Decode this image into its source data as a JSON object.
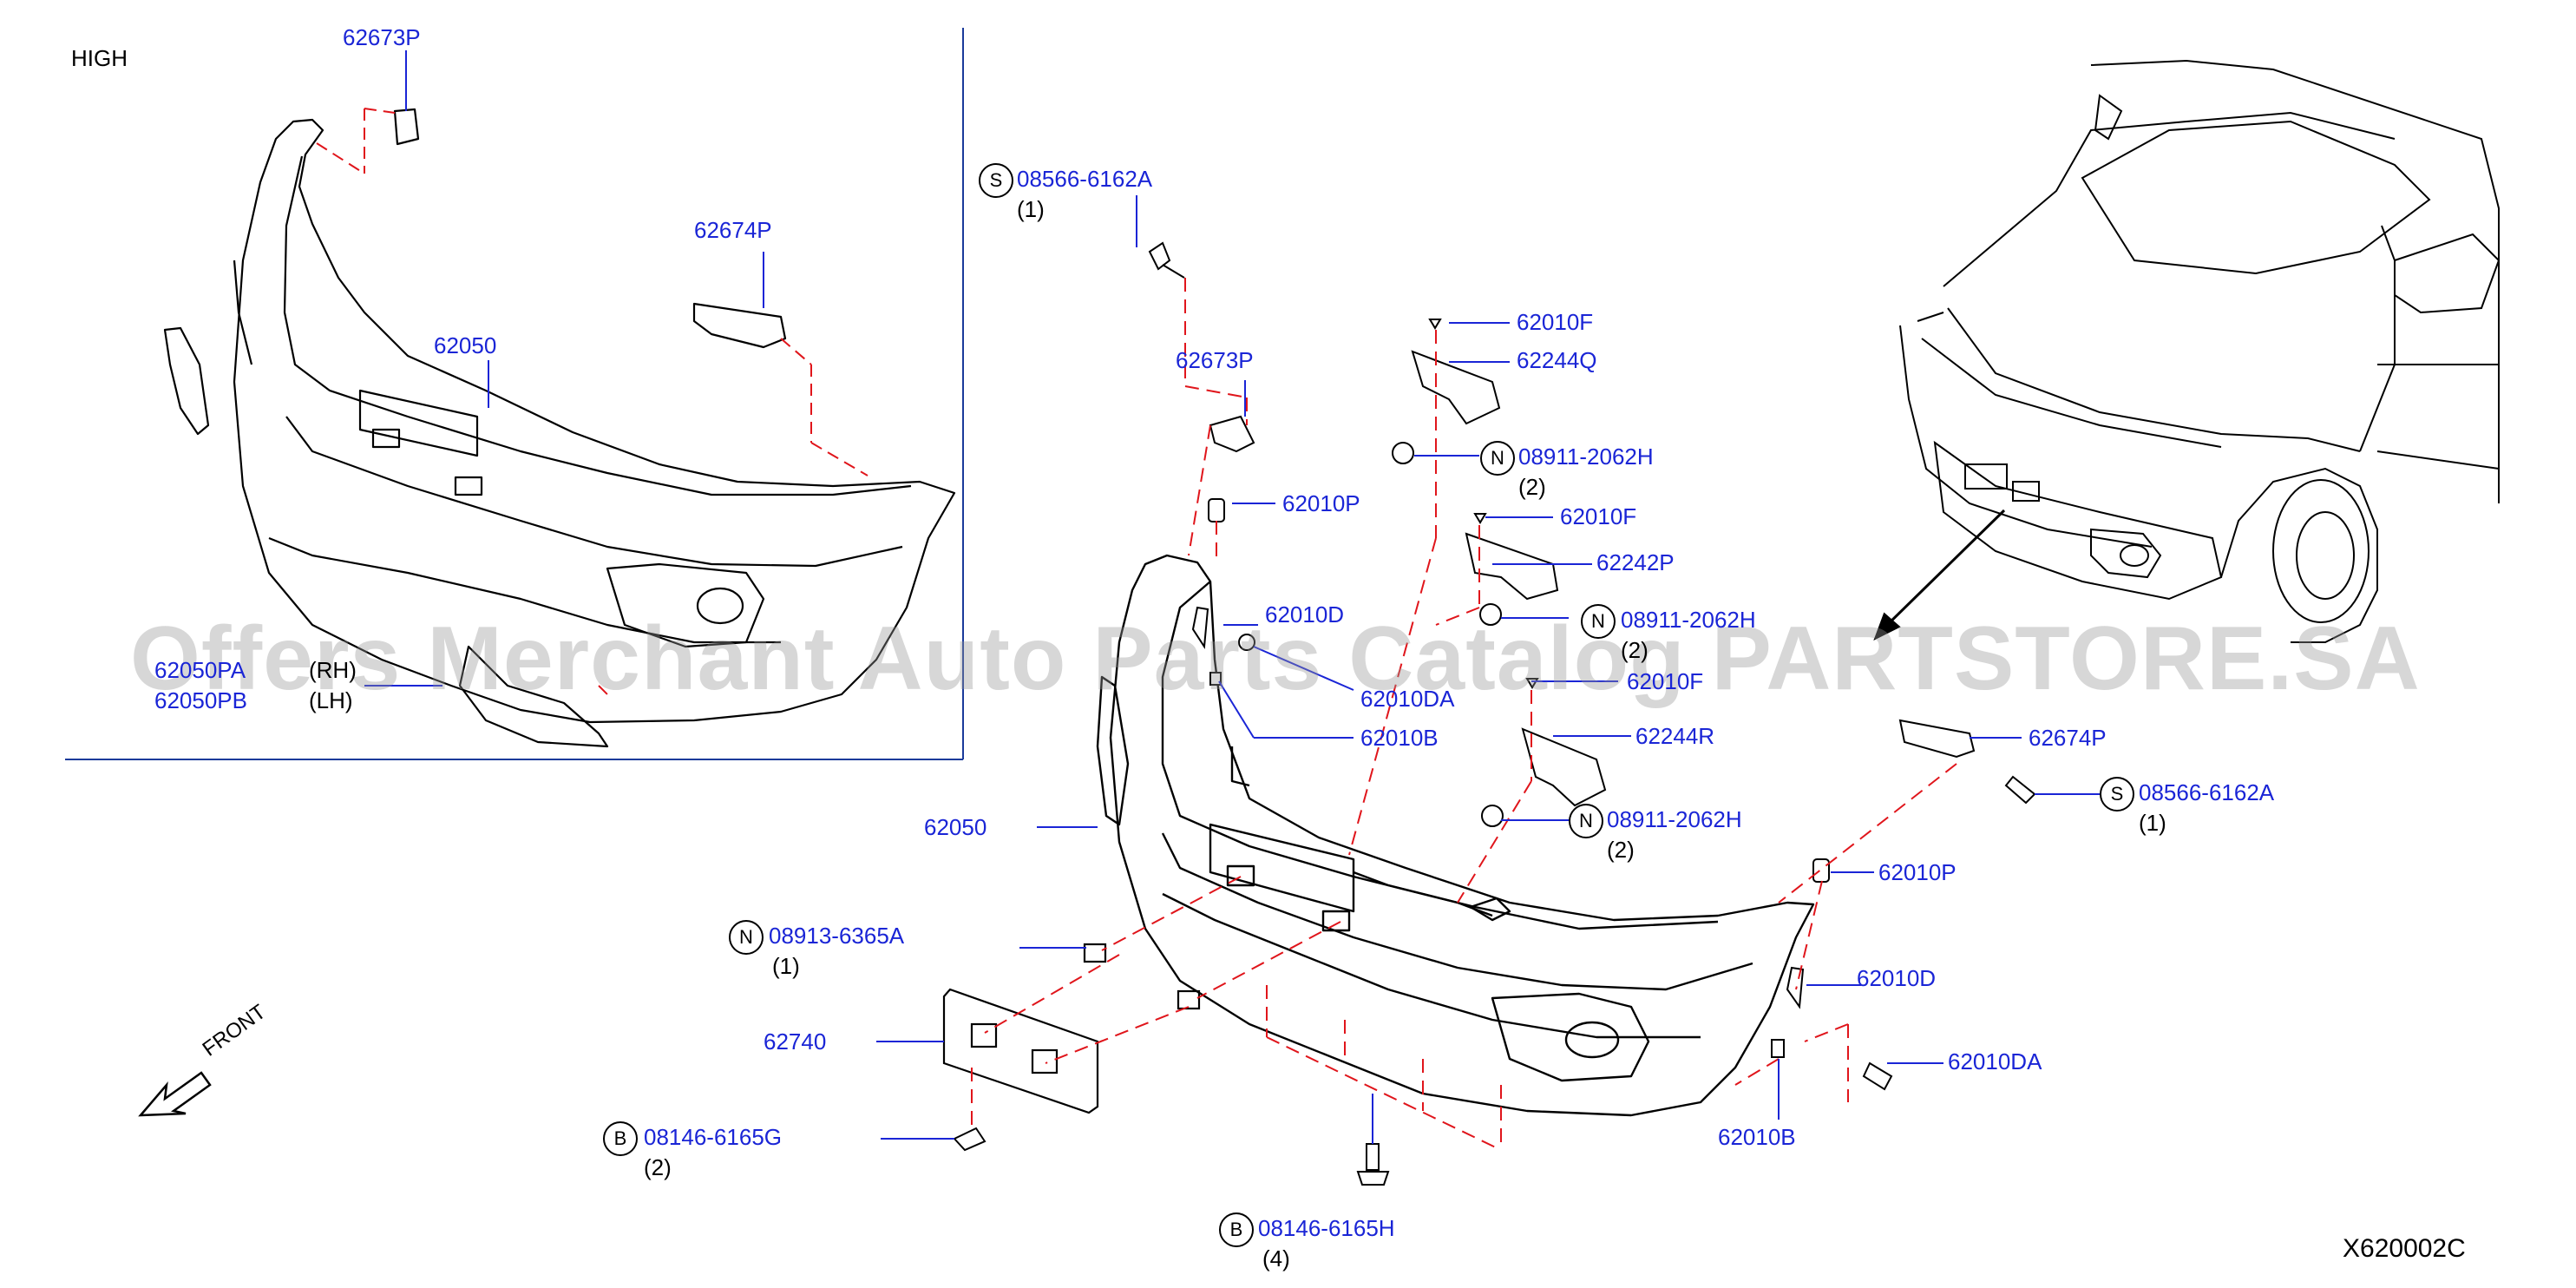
{
  "inset": {
    "title": "HIGH"
  },
  "parts": {
    "p62673P_inset": "62673P",
    "p62674P_inset": "62674P",
    "p62050_inset": "62050",
    "p62050PA": "62050PA",
    "p62050PA_side": "(RH)",
    "p62050PB": "62050PB",
    "p62050PB_side": "(LH)",
    "s1_code": "08566-6162A",
    "s1_qty": "(1)",
    "p62673P": "62673P",
    "p62010F_1": "62010F",
    "p62244Q": "62244Q",
    "n1_code": "08911-2062H",
    "n1_qty": "(2)",
    "p62010P_1": "62010P",
    "p62010F_2": "62010F",
    "p62242P": "62242P",
    "p62010D_1": "62010D",
    "n2_code": "08911-2062H",
    "n2_qty": "(2)",
    "p62010DA_1": "62010DA",
    "p62010F_3": "62010F",
    "p62010B_1": "62010B",
    "p62244R": "62244R",
    "p62674P": "62674P",
    "s2_code": "08566-6162A",
    "s2_qty": "(1)",
    "p62050": "62050",
    "n3_code": "08911-2062H",
    "n3_qty": "(2)",
    "p62010P_2": "62010P",
    "n4_code": "08913-6365A",
    "n4_qty": "(1)",
    "p62010D_2": "62010D",
    "p62740": "62740",
    "p62010DA_2": "62010DA",
    "b1_code": "08146-6165G",
    "b1_qty": "(2)",
    "p62010B_2": "62010B",
    "b2_code": "08146-6165H",
    "b2_qty": "(4)"
  },
  "prefixes": {
    "s": "S",
    "n": "N",
    "b": "B"
  },
  "front_label": "FRONT",
  "watermark": "Offers Merchant Auto Parts Catalog PARTSTORE.SA",
  "diagram_code": "X620002C",
  "colors": {
    "part_label": "#1a25d6",
    "leader": "#1a25d6",
    "dash": "#e0151b",
    "line": "#000000"
  }
}
